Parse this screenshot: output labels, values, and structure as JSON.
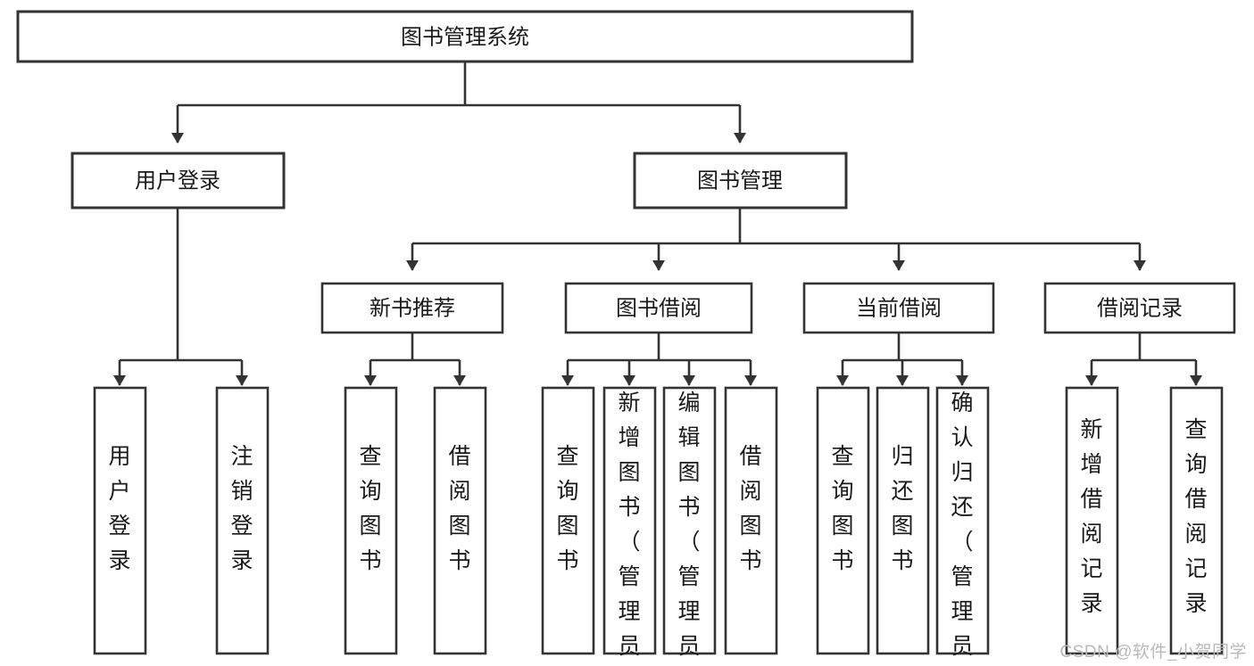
{
  "diagram": {
    "title": "图书管理系统",
    "watermark": "CSDN @软件_小贺同学",
    "colors": {
      "stroke": "#333333",
      "box_fill": "#ffffff",
      "text": "#1a1a1a",
      "background": "#ffffff",
      "watermark": "#b9b9b9"
    }
  },
  "chart_data": {
    "type": "diagram",
    "subtype": "tree",
    "orientation": "top-down",
    "title": "图书管理系统",
    "root": {
      "id": "root",
      "label": "图书管理系统",
      "level": 1
    },
    "level2": [
      {
        "id": "user-login",
        "label": "用户登录",
        "level": 2,
        "parent": "root"
      },
      {
        "id": "book-manage",
        "label": "图书管理",
        "level": 2,
        "parent": "root"
      }
    ],
    "level3": [
      {
        "id": "new-book-recommend",
        "label": "新书推荐",
        "level": 3,
        "parent": "book-manage"
      },
      {
        "id": "book-borrow",
        "label": "图书借阅",
        "level": 3,
        "parent": "book-manage"
      },
      {
        "id": "current-borrow",
        "label": "当前借阅",
        "level": 3,
        "parent": "book-manage"
      },
      {
        "id": "borrow-record",
        "label": "借阅记录",
        "level": 3,
        "parent": "book-manage"
      }
    ],
    "leaves": [
      {
        "id": "leaf-user-login",
        "label": "用户登录",
        "parent": "user-login"
      },
      {
        "id": "leaf-user-logout",
        "label": "注销登录",
        "parent": "user-login"
      },
      {
        "id": "leaf-query-book-1",
        "label": "查询图书",
        "parent": "new-book-recommend"
      },
      {
        "id": "leaf-borrow-book-1",
        "label": "借阅图书",
        "parent": "new-book-recommend"
      },
      {
        "id": "leaf-query-book-2",
        "label": "查询图书",
        "parent": "book-borrow"
      },
      {
        "id": "leaf-add-book",
        "label": "新增图书（管理员）",
        "parent": "book-borrow"
      },
      {
        "id": "leaf-edit-book",
        "label": "编辑图书（管理员）",
        "parent": "book-borrow"
      },
      {
        "id": "leaf-borrow-book-2",
        "label": "借阅图书",
        "parent": "book-borrow"
      },
      {
        "id": "leaf-query-book-3",
        "label": "查询图书",
        "parent": "current-borrow"
      },
      {
        "id": "leaf-return-book",
        "label": "归还图书",
        "parent": "current-borrow"
      },
      {
        "id": "leaf-confirm-return",
        "label": "确认归还（管理员）",
        "parent": "current-borrow"
      },
      {
        "id": "leaf-add-record",
        "label": "新增借阅记录",
        "parent": "borrow-record"
      },
      {
        "id": "leaf-query-record",
        "label": "查询借阅记录",
        "parent": "borrow-record"
      }
    ],
    "edges": [
      {
        "from": "root",
        "to": "user-login"
      },
      {
        "from": "root",
        "to": "book-manage"
      },
      {
        "from": "book-manage",
        "to": "new-book-recommend"
      },
      {
        "from": "book-manage",
        "to": "book-borrow"
      },
      {
        "from": "book-manage",
        "to": "current-borrow"
      },
      {
        "from": "book-manage",
        "to": "borrow-record"
      },
      {
        "from": "user-login",
        "to": "leaf-user-login"
      },
      {
        "from": "user-login",
        "to": "leaf-user-logout"
      },
      {
        "from": "new-book-recommend",
        "to": "leaf-query-book-1"
      },
      {
        "from": "new-book-recommend",
        "to": "leaf-borrow-book-1"
      },
      {
        "from": "book-borrow",
        "to": "leaf-query-book-2"
      },
      {
        "from": "book-borrow",
        "to": "leaf-add-book"
      },
      {
        "from": "book-borrow",
        "to": "leaf-edit-book"
      },
      {
        "from": "book-borrow",
        "to": "leaf-borrow-book-2"
      },
      {
        "from": "current-borrow",
        "to": "leaf-query-book-3"
      },
      {
        "from": "current-borrow",
        "to": "leaf-return-book"
      },
      {
        "from": "current-borrow",
        "to": "leaf-confirm-return"
      },
      {
        "from": "borrow-record",
        "to": "leaf-add-record"
      },
      {
        "from": "borrow-record",
        "to": "leaf-query-record"
      }
    ]
  }
}
